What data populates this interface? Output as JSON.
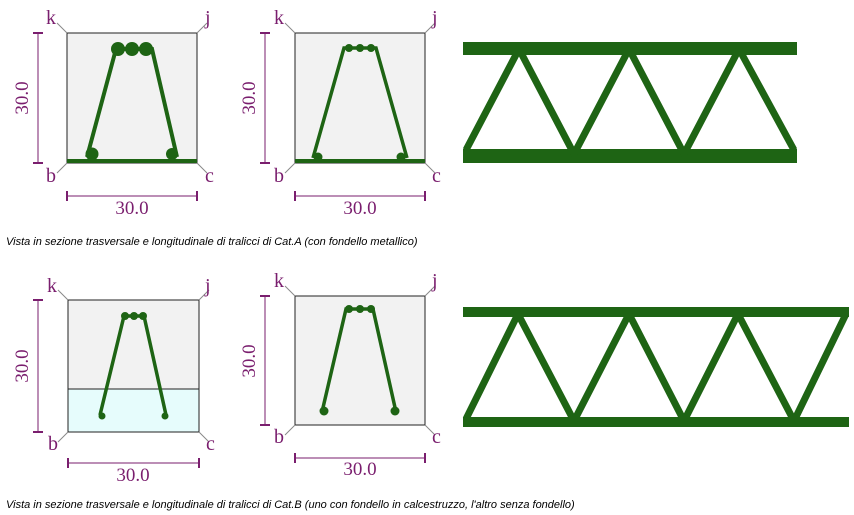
{
  "sections": [
    {
      "caption": "Vista in sezione trasversale e longitudinale di tralicci di Cat.A (con fondello metallico)",
      "cross_sections": [
        {
          "corners": {
            "k": "k",
            "j": "j",
            "b": "b",
            "c": "c"
          },
          "width_label": "30.0",
          "height_label": "30.0",
          "base_plate": "steel"
        },
        {
          "corners": {
            "k": "k",
            "j": "j",
            "b": "b",
            "c": "c"
          },
          "width_label": "30.0",
          "height_label": "30.0",
          "base_plate": "steel"
        }
      ]
    },
    {
      "caption": "Vista in sezione trasversale e longitudinale di  tralicci di Cat.B (uno con fondello in calcestruzzo, l'altro senza fondello)",
      "cross_sections": [
        {
          "corners": {
            "k": "k",
            "j": "j",
            "b": "b",
            "c": "c"
          },
          "width_label": "30.0",
          "height_label": "30.0",
          "base_plate": "concrete"
        },
        {
          "corners": {
            "k": "k",
            "j": "j",
            "b": "b",
            "c": "c"
          },
          "width_label": "30.0",
          "height_label": "30.0",
          "base_plate": "none"
        }
      ]
    }
  ],
  "colors": {
    "rebar": "#1e6414",
    "label": "#7a1e6e",
    "section_fill": "#f2f2f2",
    "concrete_fill": "#e6fcfc"
  }
}
